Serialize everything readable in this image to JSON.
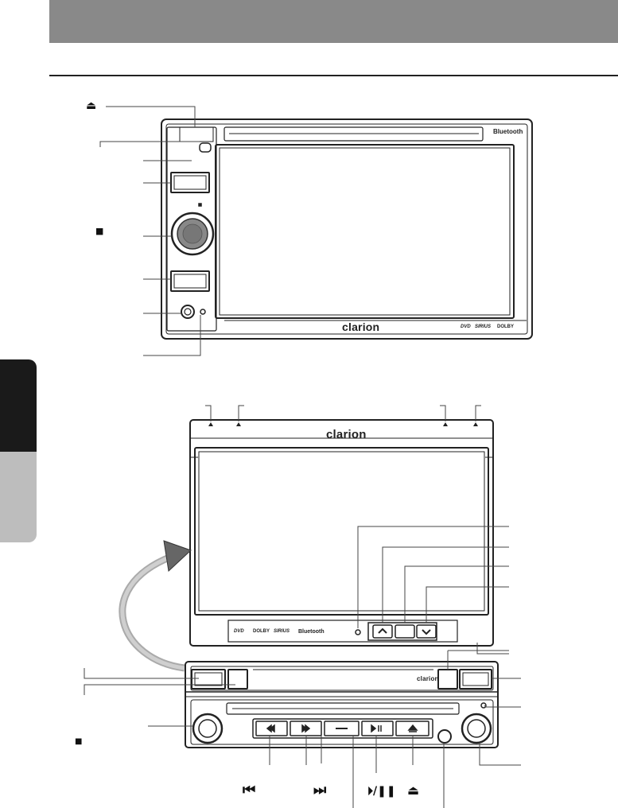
{
  "top_unit": {
    "brand": "clarion",
    "bluetooth_label": "Bluetooth",
    "dvd_logo": "DVD",
    "sirius_logo": "SIRIUS",
    "dolby_logo": "DOLBY",
    "eject_symbol": "⏏",
    "stop_symbol": "■"
  },
  "bottom_unit": {
    "brand_top": "clarion",
    "brand_small": "clarion",
    "bluetooth_label": "Bluetooth",
    "dvd_logo": "DVD",
    "sirius_logo": "SIRIUS",
    "dolby_logo": "DOLBY",
    "stop_symbol": "■",
    "symbols": {
      "prev": "⏮",
      "next": "⏭",
      "play_pause": "⏵/❚❚",
      "eject": "⏏"
    }
  },
  "colors": {
    "header_bar": "#898989",
    "side_tab_dark": "#1a1a1a",
    "side_tab_light": "#bdbdbd",
    "device_frame": "#2a2a2a"
  }
}
